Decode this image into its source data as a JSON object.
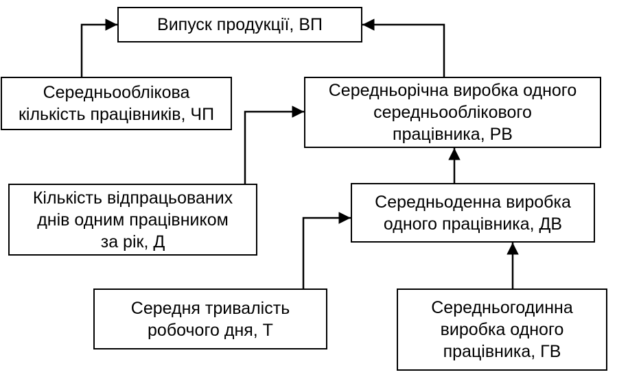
{
  "diagram": {
    "nodes": {
      "vp": {
        "label": "Випуск продукції, ВП"
      },
      "chp": {
        "label": "Середньооблікова\nкількість працівників, ЧП"
      },
      "rv": {
        "label": "Середньорічна виробка одного\nсередньооблікового\nпрацівника, РВ"
      },
      "d": {
        "label": "Кількість відпрацьованих\nднів одним працівником\nза рік, Д"
      },
      "dv": {
        "label": "Середньоденна виробка\nодного працівника, ДВ"
      },
      "t": {
        "label": "Середня тривалість\nробочого дня, Т"
      },
      "gv": {
        "label": "Середньогодинна\nвиробка одного\nпрацівника, ГВ"
      }
    },
    "edges": [
      {
        "from": "chp",
        "to": "vp"
      },
      {
        "from": "rv",
        "to": "vp"
      },
      {
        "from": "d",
        "to": "rv"
      },
      {
        "from": "dv",
        "to": "rv"
      },
      {
        "from": "t",
        "to": "dv"
      },
      {
        "from": "gv",
        "to": "dv"
      }
    ]
  }
}
